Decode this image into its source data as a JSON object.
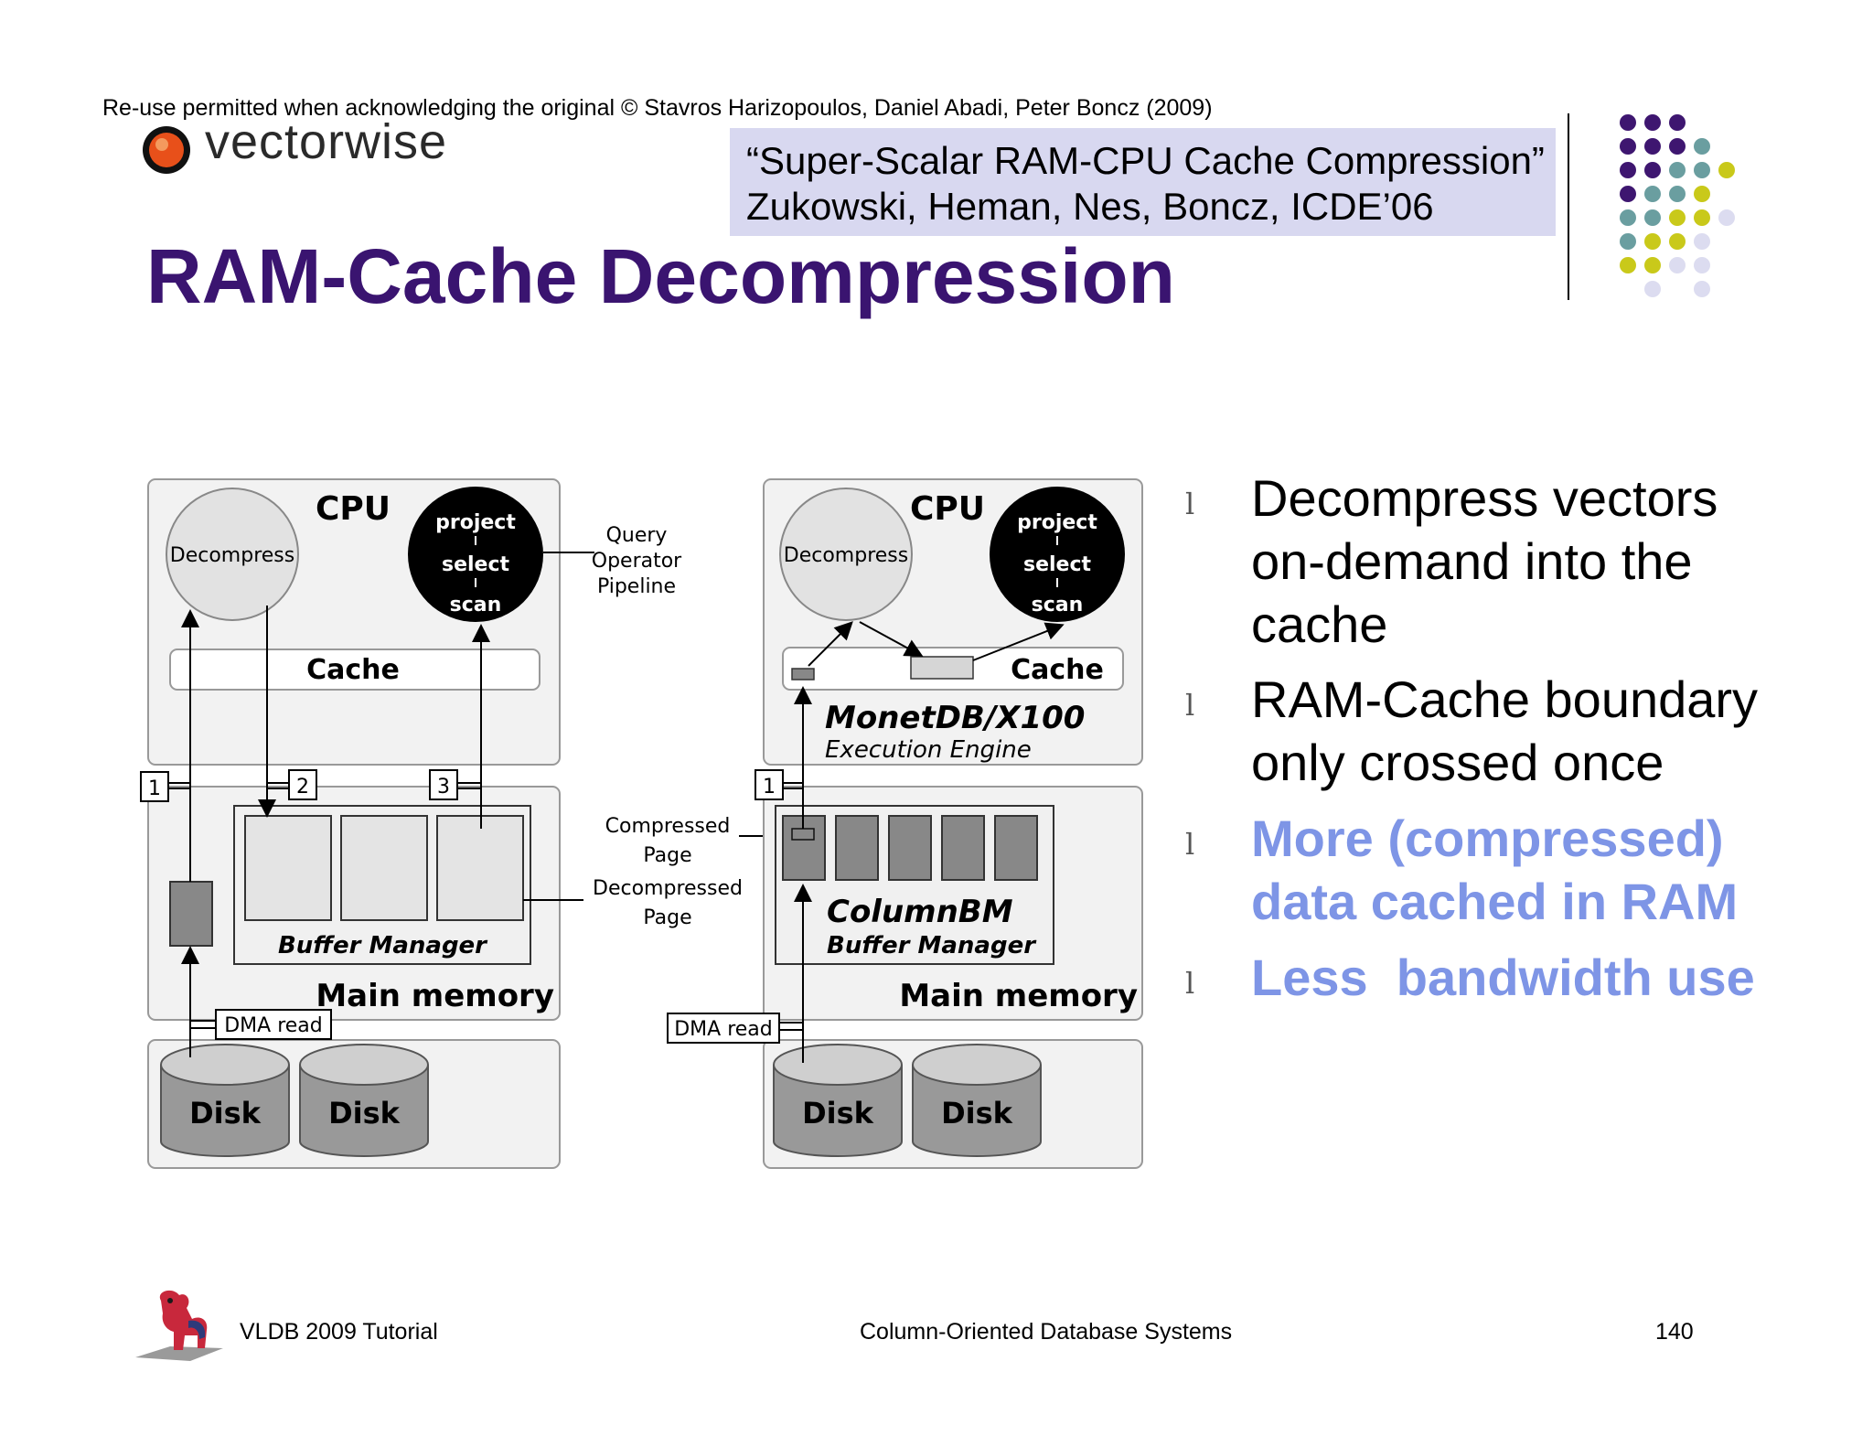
{
  "header": {
    "copyright": "Re-use permitted when acknowledging the original © Stavros Harizopoulos, Daniel Abadi, Peter Boncz (2009)",
    "logo_text": "vectorwise",
    "reference_line1": "“Super-Scalar RAM-CPU Cache Compression”",
    "reference_line2": "Zukowski, Heman, Nes, Boncz, ICDE’06"
  },
  "title": "RAM-Cache Decompression",
  "colors": {
    "title": "#3a1470",
    "reference_bg": "#d8d8f0",
    "highlight": "#7e95e6",
    "dot_purple": "#3e1670",
    "dot_teal": "#6a9ea0",
    "dot_yellow": "#c9c91a",
    "dot_lavender": "#dcdcf0"
  },
  "diagram": {
    "left": {
      "cpu": "CPU",
      "decompress": "Decompress",
      "op_project": "project",
      "op_select": "select",
      "op_scan": "scan",
      "cache": "Cache",
      "buffer_manager": "Buffer Manager",
      "main_memory": "Main memory",
      "dma_read": "DMA read",
      "disk1": "Disk",
      "disk2": "Disk",
      "step1": "1",
      "step2": "2",
      "step3": "3"
    },
    "middle": {
      "query_line1": "Query",
      "query_line2": "Operator",
      "query_line3": "Pipeline",
      "compressed_line1": "Compressed",
      "compressed_line2": "Page",
      "decompressed_line1": "Decompressed",
      "decompressed_line2": "Page"
    },
    "right": {
      "cpu": "CPU",
      "decompress": "Decompress",
      "op_project": "project",
      "op_select": "select",
      "op_scan": "scan",
      "cache": "Cache",
      "engine_name": "MonetDB/X100",
      "engine_sub": "Execution Engine",
      "columnbm": "ColumnBM",
      "buffer_manager": "Buffer Manager",
      "main_memory": "Main memory",
      "dma_read": "DMA read",
      "disk1": "Disk",
      "disk2": "Disk",
      "step1": "1"
    }
  },
  "bullets": [
    {
      "mark": "l",
      "line1": "Decompress vectors",
      "line2": "on-demand into the",
      "line3": "cache"
    },
    {
      "mark": "l",
      "line1": "RAM-Cache boundary",
      "line2": "only crossed once"
    },
    {
      "mark": "l",
      "line1": "More (compressed)",
      "line2": "data cached in RAM"
    },
    {
      "mark": "l",
      "line1": "Less  bandwidth use"
    }
  ],
  "footer": {
    "left": "VLDB 2009 Tutorial",
    "center": "Column-Oriented Database Systems",
    "page": "140"
  }
}
